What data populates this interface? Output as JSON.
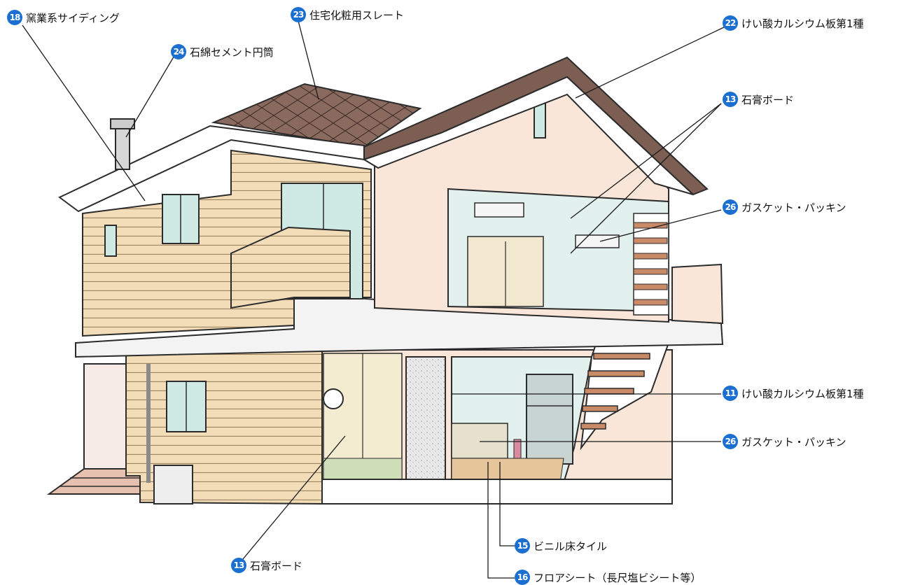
{
  "colors": {
    "badge": "#1a6fd1",
    "roof": "#8a6a5e",
    "siding": "#f2ddb8",
    "wall": "#f9e6d8",
    "interior": "#e2f1ee",
    "line": "#2b2b2b"
  },
  "callouts": [
    {
      "id": "c18",
      "number": "18",
      "label": "窯業系サイディング"
    },
    {
      "id": "c23",
      "number": "23",
      "label": "住宅化粧用スレート"
    },
    {
      "id": "c24",
      "number": "24",
      "label": "石綿セメント円筒"
    },
    {
      "id": "c22",
      "number": "22",
      "label": "けい酸カルシウム板第1種"
    },
    {
      "id": "c13a",
      "number": "13",
      "label": "石膏ボード"
    },
    {
      "id": "c26a",
      "number": "26",
      "label": "ガスケット・パッキン"
    },
    {
      "id": "c11",
      "number": "11",
      "label": "けい酸カルシウム板第1種"
    },
    {
      "id": "c26b",
      "number": "26",
      "label": "ガスケット・パッキン"
    },
    {
      "id": "c15",
      "number": "15",
      "label": "ビニル床タイル"
    },
    {
      "id": "c16",
      "number": "16",
      "label": "フロアシート（長尺塩ビシート等）"
    },
    {
      "id": "c13b",
      "number": "13",
      "label": "石膏ボード"
    }
  ]
}
